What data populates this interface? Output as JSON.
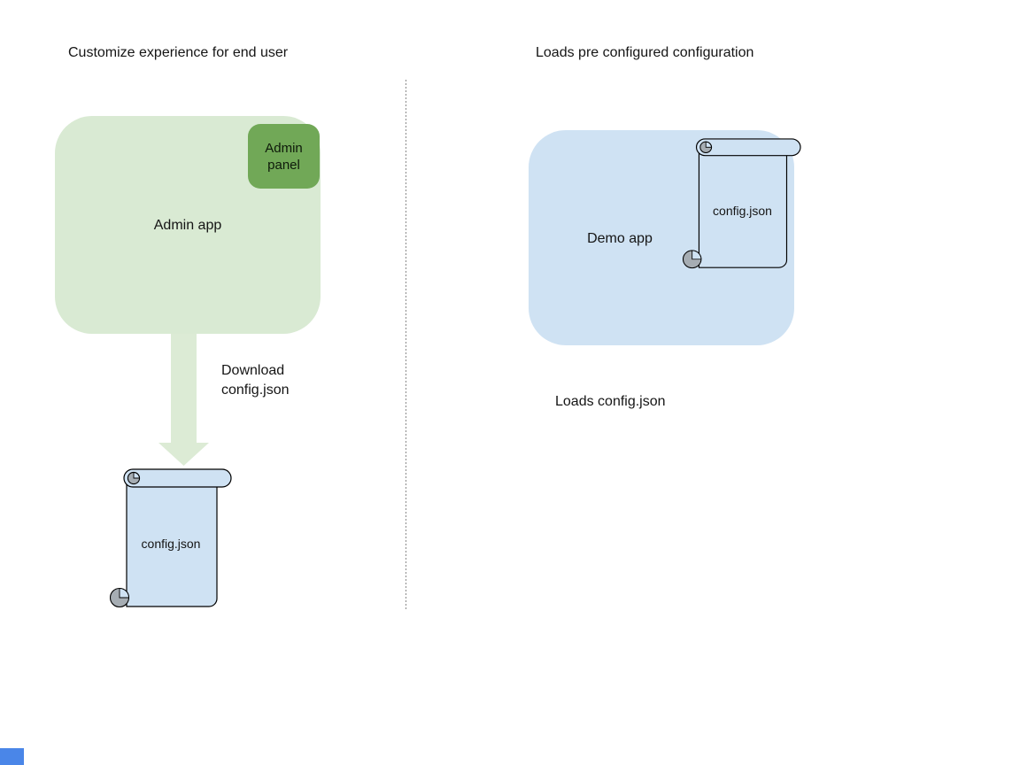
{
  "diagram": {
    "left": {
      "title": "Customize experience for end user",
      "app_label": "Admin app",
      "panel_label": "Admin panel",
      "arrow_label": "Download\nconfig.json",
      "file_label": "config.json"
    },
    "right": {
      "title": "Loads pre configured configuration",
      "app_label": "Demo app",
      "file_label": "config.json",
      "caption": "Loads config.json"
    }
  },
  "colors": {
    "app_green_light": "#d9ead3",
    "panel_green": "#71a857",
    "arrow_green": "#dcebd5",
    "file_blue_light": "#cfe2f3",
    "curl_gray": "#a6adb3",
    "divider_gray": "#8a8a8a",
    "corner_blue": "#4a86e8",
    "text": "#151515"
  }
}
